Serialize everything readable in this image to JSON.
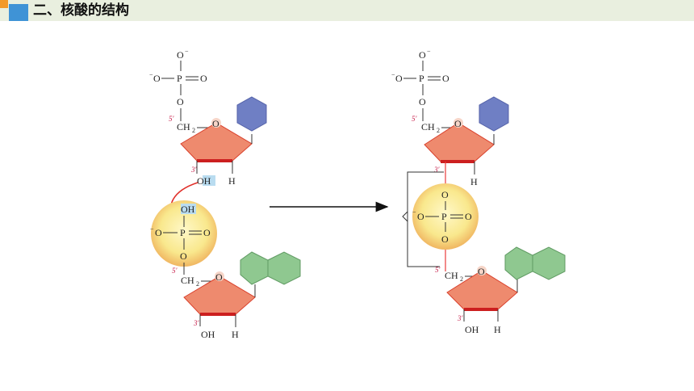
{
  "header": {
    "title": "二、核酸的结构"
  },
  "labels": {
    "o": "O",
    "o_minus": "O",
    "minus": "−",
    "p": "P",
    "oh": "OH",
    "h": "H",
    "c": "CH",
    "sub2": "2",
    "five_prime": "5′",
    "three_prime": "3′"
  },
  "colors": {
    "sugar": "#ee8a6e",
    "sugar_edge": "#d9402c",
    "purine": "#8fc890",
    "pyrimidine": "#6f7fc4",
    "phosphate_glow": "#f8e88a",
    "bond_red": "#e83a3a",
    "highlight": "#b9dcf0"
  }
}
